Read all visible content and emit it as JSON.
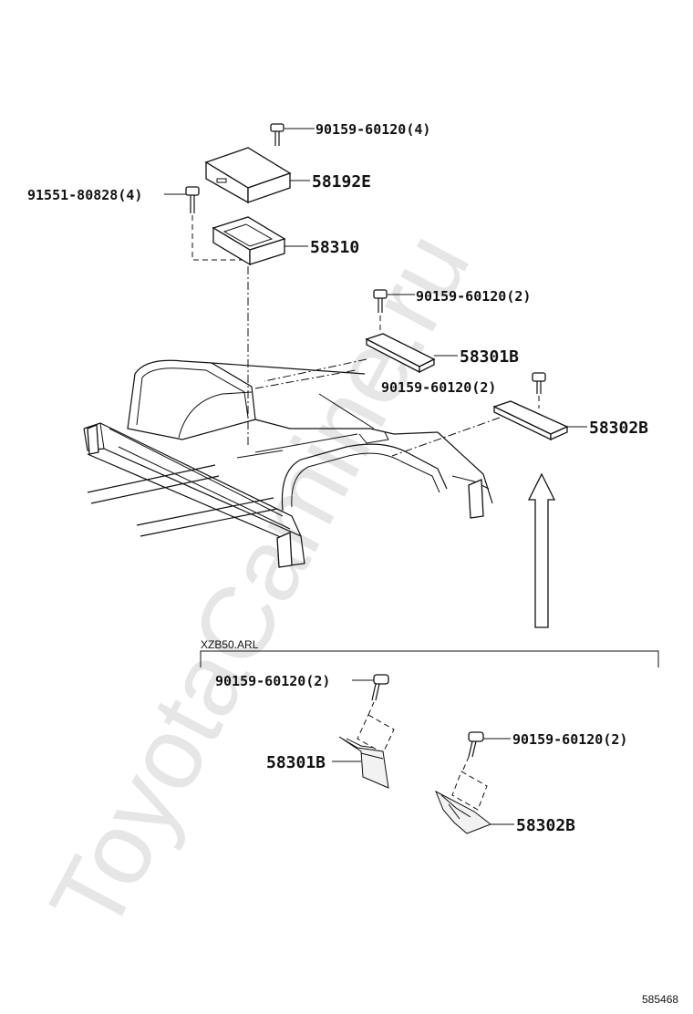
{
  "watermark": "ToyotaCamine.ru",
  "labels": {
    "bolt_top": "90159-60120(4)",
    "part_58192e": "58192E",
    "bolt_left": "91551-80828(4)",
    "part_58310": "58310",
    "bolt_58301b": "90159-60120(2)",
    "part_58301b": "58301B",
    "bolt_58302b": "90159-60120(2)",
    "part_58302b": "58302B"
  },
  "variant": {
    "title": "XZB50.ARL",
    "bolt_a": "90159-60120(2)",
    "part_a": "58301B",
    "bolt_b": "90159-60120(2)",
    "part_b": "58302B"
  },
  "diagram_id": "585468"
}
